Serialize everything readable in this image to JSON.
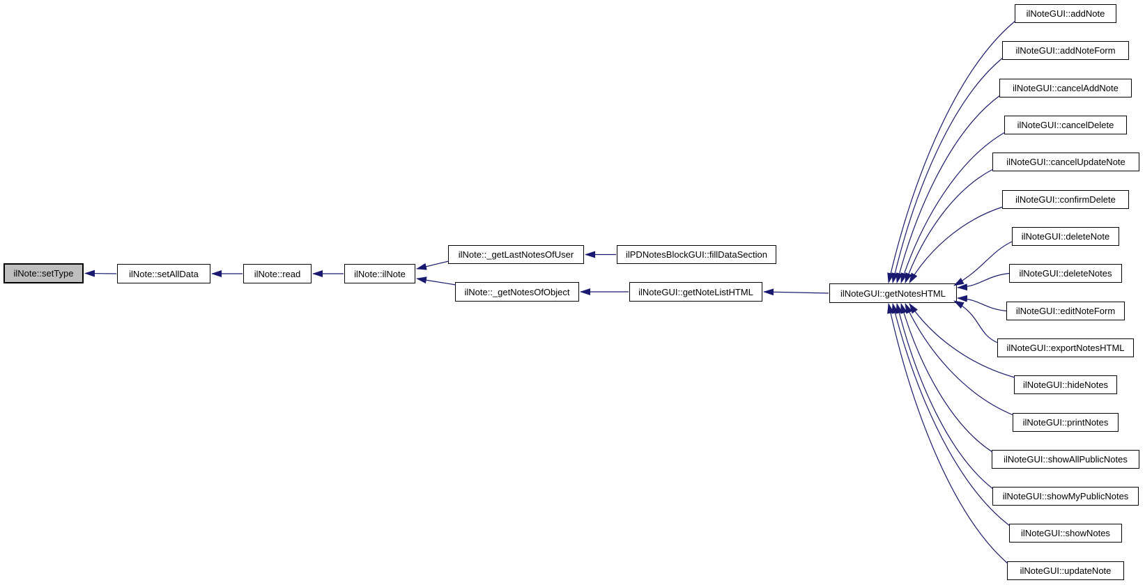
{
  "diagram": {
    "kind": "caller-graph",
    "colors": {
      "background": "#ffffff",
      "edge": "#191970",
      "node_border": "#000000",
      "node_bg": "#ffffff",
      "node_text": "#000000",
      "highlight_bg": "#bfbfbf"
    },
    "nodes": [
      {
        "id": "setType",
        "label": "ilNote::setType",
        "highlighted": true
      },
      {
        "id": "setAllData",
        "label": "ilNote::setAllData",
        "highlighted": false
      },
      {
        "id": "read",
        "label": "ilNote::read",
        "highlighted": false
      },
      {
        "id": "ilNote",
        "label": "ilNote::ilNote",
        "highlighted": false
      },
      {
        "id": "getLastNotesOfUser",
        "label": "ilNote::_getLastNotesOfUser",
        "highlighted": false
      },
      {
        "id": "fillDataSection",
        "label": "ilPDNotesBlockGUI::fillDataSection",
        "highlighted": false
      },
      {
        "id": "getNotesOfObject",
        "label": "ilNote::_getNotesOfObject",
        "highlighted": false
      },
      {
        "id": "getNoteListHTML",
        "label": "ilNoteGUI::getNoteListHTML",
        "highlighted": false
      },
      {
        "id": "getNotesHTML",
        "label": "ilNoteGUI::getNotesHTML",
        "highlighted": false
      },
      {
        "id": "addNote",
        "label": "ilNoteGUI::addNote",
        "highlighted": false
      },
      {
        "id": "addNoteForm",
        "label": "ilNoteGUI::addNoteForm",
        "highlighted": false
      },
      {
        "id": "cancelAddNote",
        "label": "ilNoteGUI::cancelAddNote",
        "highlighted": false
      },
      {
        "id": "cancelDelete",
        "label": "ilNoteGUI::cancelDelete",
        "highlighted": false
      },
      {
        "id": "cancelUpdateNote",
        "label": "ilNoteGUI::cancelUpdateNote",
        "highlighted": false
      },
      {
        "id": "confirmDelete",
        "label": "ilNoteGUI::confirmDelete",
        "highlighted": false
      },
      {
        "id": "deleteNote",
        "label": "ilNoteGUI::deleteNote",
        "highlighted": false
      },
      {
        "id": "deleteNotes",
        "label": "ilNoteGUI::deleteNotes",
        "highlighted": false
      },
      {
        "id": "editNoteForm",
        "label": "ilNoteGUI::editNoteForm",
        "highlighted": false
      },
      {
        "id": "exportNotesHTML",
        "label": "ilNoteGUI::exportNotesHTML",
        "highlighted": false
      },
      {
        "id": "hideNotes",
        "label": "ilNoteGUI::hideNotes",
        "highlighted": false
      },
      {
        "id": "printNotes",
        "label": "ilNoteGUI::printNotes",
        "highlighted": false
      },
      {
        "id": "showAllPublicNotes",
        "label": "ilNoteGUI::showAllPublicNotes",
        "highlighted": false
      },
      {
        "id": "showMyPublicNotes",
        "label": "ilNoteGUI::showMyPublicNotes",
        "highlighted": false
      },
      {
        "id": "showNotes",
        "label": "ilNoteGUI::showNotes",
        "highlighted": false
      },
      {
        "id": "updateNote",
        "label": "ilNoteGUI::updateNote",
        "highlighted": false
      }
    ],
    "edges": [
      {
        "from": "setAllData",
        "to": "setType"
      },
      {
        "from": "read",
        "to": "setAllData"
      },
      {
        "from": "ilNote",
        "to": "read"
      },
      {
        "from": "getLastNotesOfUser",
        "to": "ilNote"
      },
      {
        "from": "getNotesOfObject",
        "to": "ilNote"
      },
      {
        "from": "fillDataSection",
        "to": "getLastNotesOfUser"
      },
      {
        "from": "getNoteListHTML",
        "to": "getNotesOfObject"
      },
      {
        "from": "getNotesHTML",
        "to": "getNoteListHTML"
      },
      {
        "from": "addNote",
        "to": "getNotesHTML"
      },
      {
        "from": "addNoteForm",
        "to": "getNotesHTML"
      },
      {
        "from": "cancelAddNote",
        "to": "getNotesHTML"
      },
      {
        "from": "cancelDelete",
        "to": "getNotesHTML"
      },
      {
        "from": "cancelUpdateNote",
        "to": "getNotesHTML"
      },
      {
        "from": "confirmDelete",
        "to": "getNotesHTML"
      },
      {
        "from": "deleteNote",
        "to": "getNotesHTML"
      },
      {
        "from": "deleteNotes",
        "to": "getNotesHTML"
      },
      {
        "from": "editNoteForm",
        "to": "getNotesHTML"
      },
      {
        "from": "exportNotesHTML",
        "to": "getNotesHTML"
      },
      {
        "from": "hideNotes",
        "to": "getNotesHTML"
      },
      {
        "from": "printNotes",
        "to": "getNotesHTML"
      },
      {
        "from": "showAllPublicNotes",
        "to": "getNotesHTML"
      },
      {
        "from": "showMyPublicNotes",
        "to": "getNotesHTML"
      },
      {
        "from": "showNotes",
        "to": "getNotesHTML"
      },
      {
        "from": "updateNote",
        "to": "getNotesHTML"
      }
    ]
  }
}
